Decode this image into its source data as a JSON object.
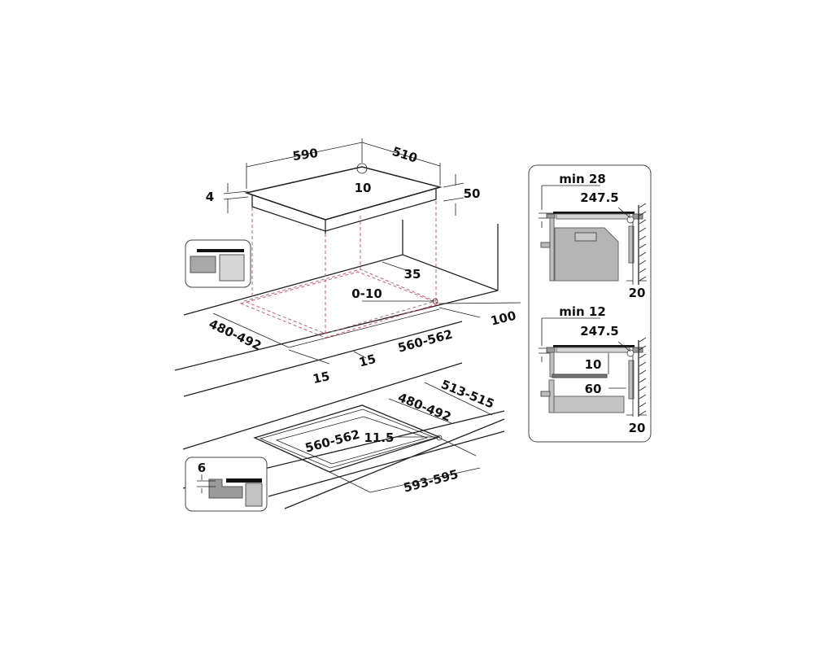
{
  "hob_dimensions": {
    "width": "590",
    "depth": "510",
    "corner_radius": "10",
    "glass_thickness": "4",
    "height": "50"
  },
  "cutout_top": {
    "back_clearance": "35",
    "cable_offset": "0-10",
    "wall_clearance": "100",
    "cut_depth": "480-492",
    "cut_width": "560-562",
    "front_margin_a": "15",
    "front_margin_b": "15"
  },
  "cutout_flush": {
    "outer_depth": "513-515",
    "inner_depth": "480-492",
    "inner_width": "560-562",
    "radius": "11.5",
    "outer_width": "593-595",
    "recess_depth": "6"
  },
  "side_views": {
    "top": {
      "min_label": "min 28",
      "dimension": "247.5",
      "wall_gap": "20"
    },
    "bottom": {
      "min_label": "min 12",
      "dimension": "247.5",
      "gap_vertical": "10",
      "gap_horizontal": "60",
      "wall_gap": "20"
    }
  },
  "colors": {
    "line": "#222222",
    "dashed": "#d05a6a",
    "panel_fill": "#b5b5b5",
    "panel_light": "#d6d6d6"
  }
}
